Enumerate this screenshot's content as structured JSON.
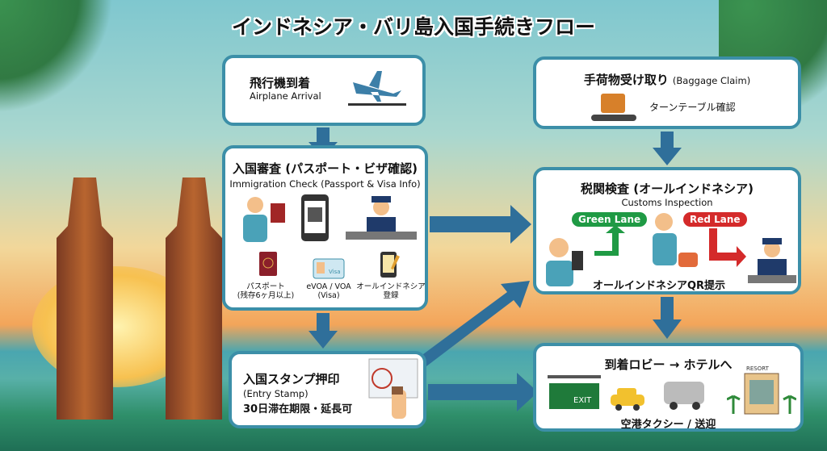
{
  "title": "インドネシア・バリ島入国手続きフロー",
  "steps": {
    "arrival": {
      "jp": "飛行機到着",
      "en": "Airplane Arrival"
    },
    "immigration": {
      "jp": "入国審査 (パスポート・ビザ確認)",
      "en": "Immigration Check (Passport & Visa Info)",
      "items": [
        {
          "l1": "パスポート",
          "l2": "(残存6ヶ月以上)"
        },
        {
          "l1": "eVOA / VOA",
          "l2": "(Visa)"
        },
        {
          "l1": "オールインドネシア",
          "l2": "登録"
        }
      ],
      "visa_card": "Visa"
    },
    "stamp": {
      "jp": "入国スタンプ押印",
      "en": "(Entry Stamp)",
      "note": "30日滞在期限・延長可"
    },
    "baggage": {
      "jp": "手荷物受け取り",
      "en": "(Baggage Claim)",
      "note": "ターンテーブル確認"
    },
    "customs": {
      "jp": "税関検査 (オールインドネシア)",
      "en": "Customs Inspection",
      "green": "Green Lane",
      "red": "Red Lane",
      "note": "オールインドネシアQR提示"
    },
    "lobby": {
      "jp": "到着ロビー → ホテルへ",
      "note": "空港タクシー / 送迎",
      "exit": "EXIT",
      "resort": "RESORT"
    }
  },
  "colors": {
    "border": "#3c8fa8",
    "arrow": "#2f6f9a",
    "green": "#1f9a44",
    "red": "#d42a2a"
  }
}
